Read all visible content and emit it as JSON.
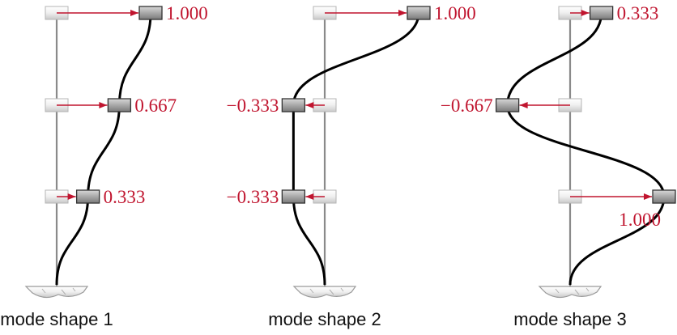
{
  "colors": {
    "value_text": "#c0152f",
    "arrow": "#c0152f",
    "column": "#8a8a8a",
    "deformed": "#000000",
    "mass_light": "#efefef",
    "mass_dark": "#9c9c9c"
  },
  "modes": [
    {
      "caption": "mode shape 1",
      "floors": [
        {
          "value": 0.333,
          "label": "0.333"
        },
        {
          "value": 0.667,
          "label": "0.667"
        },
        {
          "value": 1.0,
          "label": "1.000"
        }
      ]
    },
    {
      "caption": "mode shape 2",
      "floors": [
        {
          "value": -0.333,
          "label": "−0.333"
        },
        {
          "value": -0.333,
          "label": "−0.333"
        },
        {
          "value": 1.0,
          "label": "1.000"
        }
      ]
    },
    {
      "caption": "mode shape 3",
      "floors": [
        {
          "value": 1.0,
          "label": "1.000"
        },
        {
          "value": -0.667,
          "label": "−0.667"
        },
        {
          "value": 0.333,
          "label": "0.333"
        }
      ]
    }
  ]
}
